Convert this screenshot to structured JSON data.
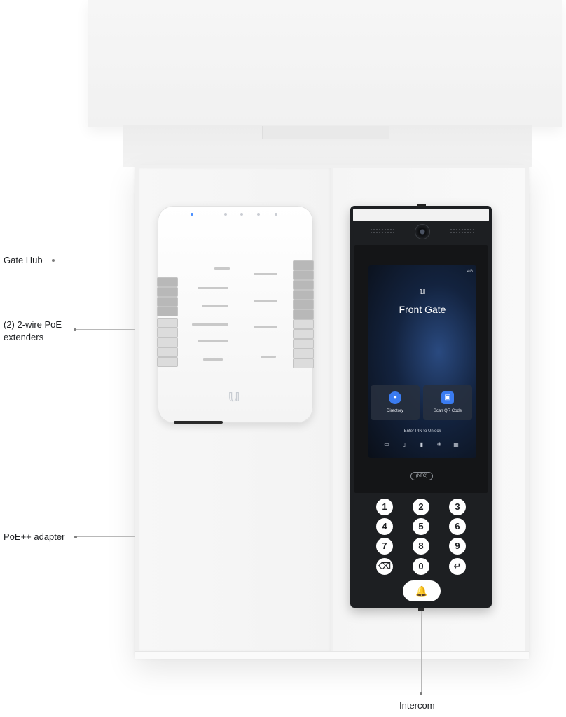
{
  "callouts": {
    "gate_hub": "Gate Hub",
    "poe_extenders_line1": "(2) 2-wire PoE",
    "poe_extenders_line2": "extenders",
    "poe_adapter": "PoE++ adapter",
    "intercom": "Intercom"
  },
  "screen": {
    "title": "Front Gate",
    "directory_label": "Directory",
    "scan_label": "Scan QR Code",
    "pin_prompt": "Enter PIN to Unlock",
    "signal": "4G"
  },
  "nfc_label": "(NFC)",
  "keypad": {
    "keys": [
      "1",
      "2",
      "3",
      "4",
      "5",
      "6",
      "7",
      "8",
      "9",
      "⌫",
      "0",
      "↵"
    ]
  },
  "icons": {
    "logo": "ubiquiti-u-icon",
    "bell": "bell-icon",
    "directory": "contacts-icon",
    "scan": "qr-code-icon"
  },
  "colors": {
    "accent": "#3a7bf0",
    "device_dark": "#1d1f22",
    "box": "#f0f0f0"
  }
}
